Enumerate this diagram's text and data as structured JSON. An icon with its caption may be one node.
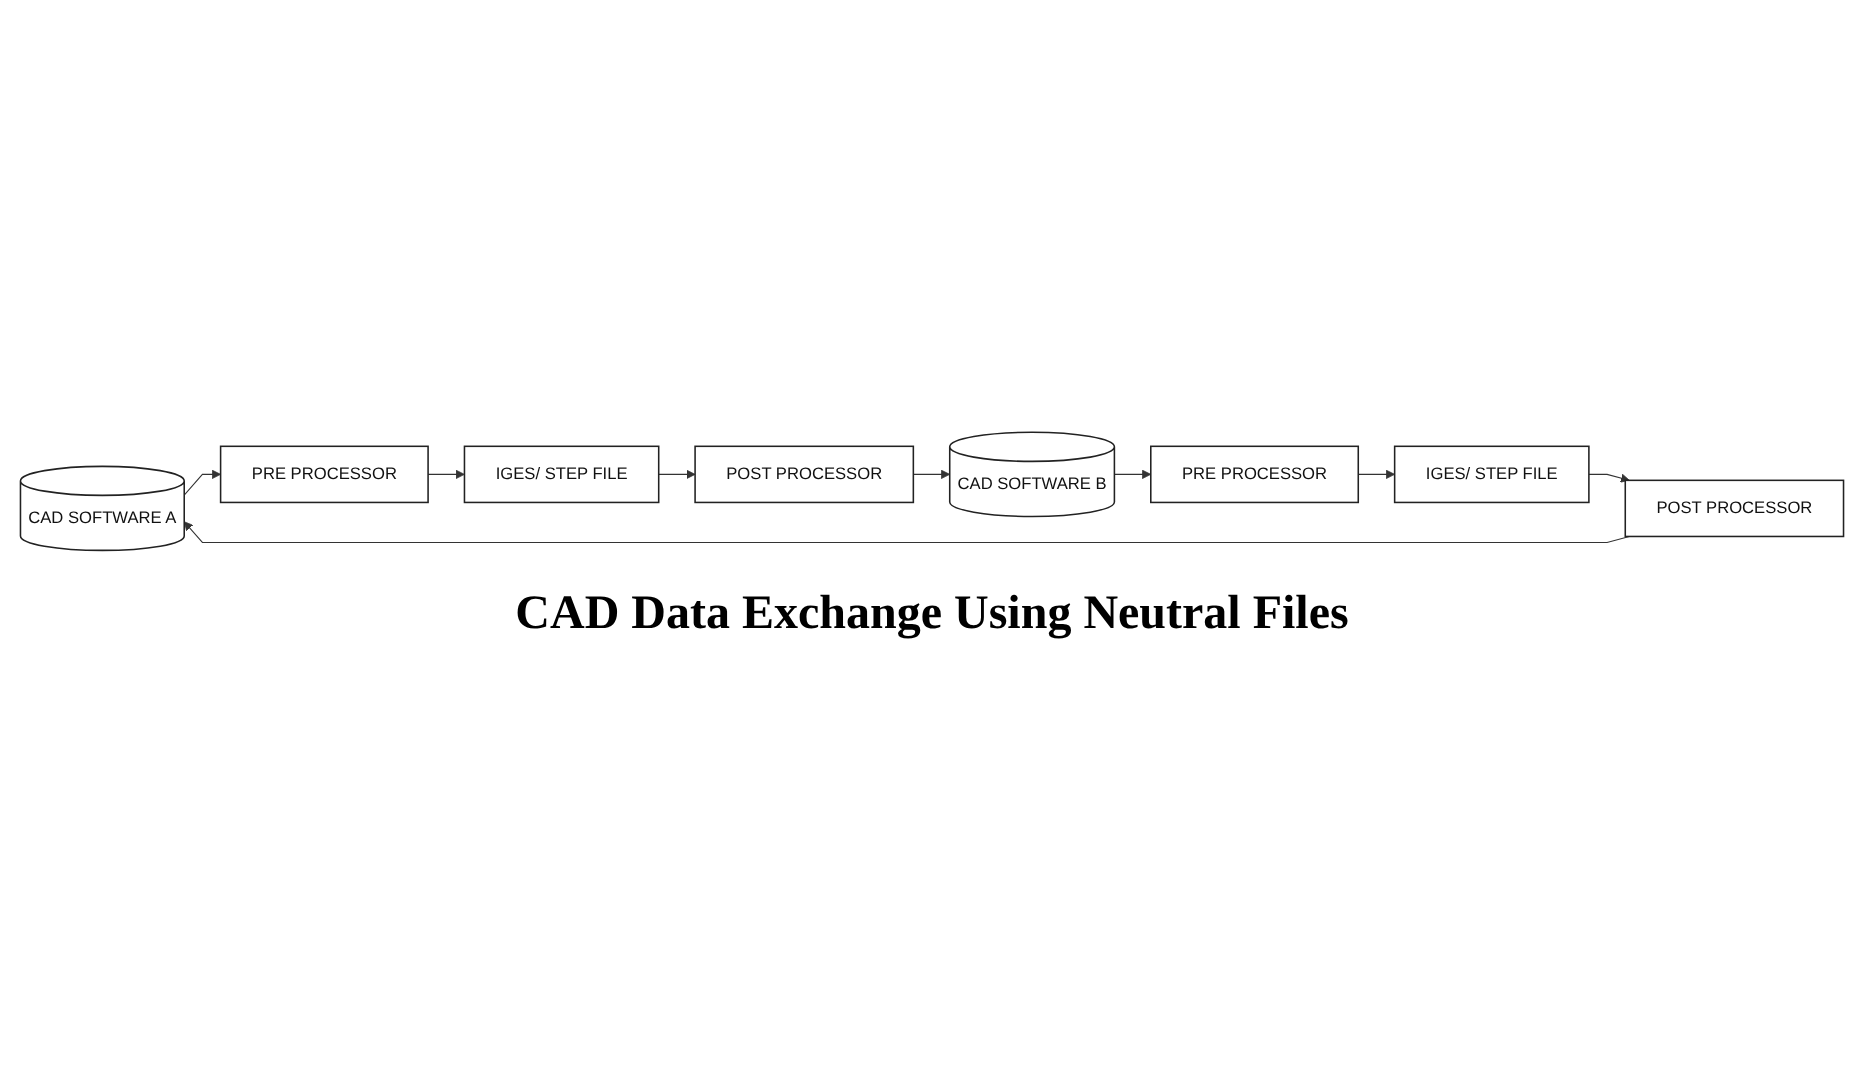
{
  "diagram": {
    "caption": "CAD Data Exchange Using Neutral Files",
    "nodes": [
      {
        "text": [
          "CAD SOFTWARE A"
        ]
      },
      {
        "text": [
          "PRE PROCESSOR"
        ]
      },
      {
        "text": [
          "IGES/ STEP FILE"
        ]
      },
      {
        "text": [
          "POST PROCESSOR"
        ]
      },
      {
        "text": [
          "CAD SOFTWARE B"
        ]
      },
      {
        "text": [
          "PRE PROCESSOR"
        ]
      },
      {
        "text": [
          "IGES/ STEP FILE"
        ]
      },
      {
        "text": [
          "POST PROCESSOR"
        ]
      }
    ],
    "edges": [
      {
        "from": 0,
        "to": 1,
        "arrow": "to"
      },
      {
        "from": 1,
        "to": 2,
        "arrow": "to"
      },
      {
        "from": 2,
        "to": 3,
        "arrow": "to"
      },
      {
        "from": 3,
        "to": 4,
        "arrow": "to"
      },
      {
        "from": 4,
        "to": 5,
        "arrow": "to"
      },
      {
        "from": 5,
        "to": 6,
        "arrow": "to"
      },
      {
        "from": 6,
        "to": 7,
        "arrow": "to"
      },
      {
        "from": 7,
        "to": 0,
        "arrow": "to"
      }
    ]
  }
}
